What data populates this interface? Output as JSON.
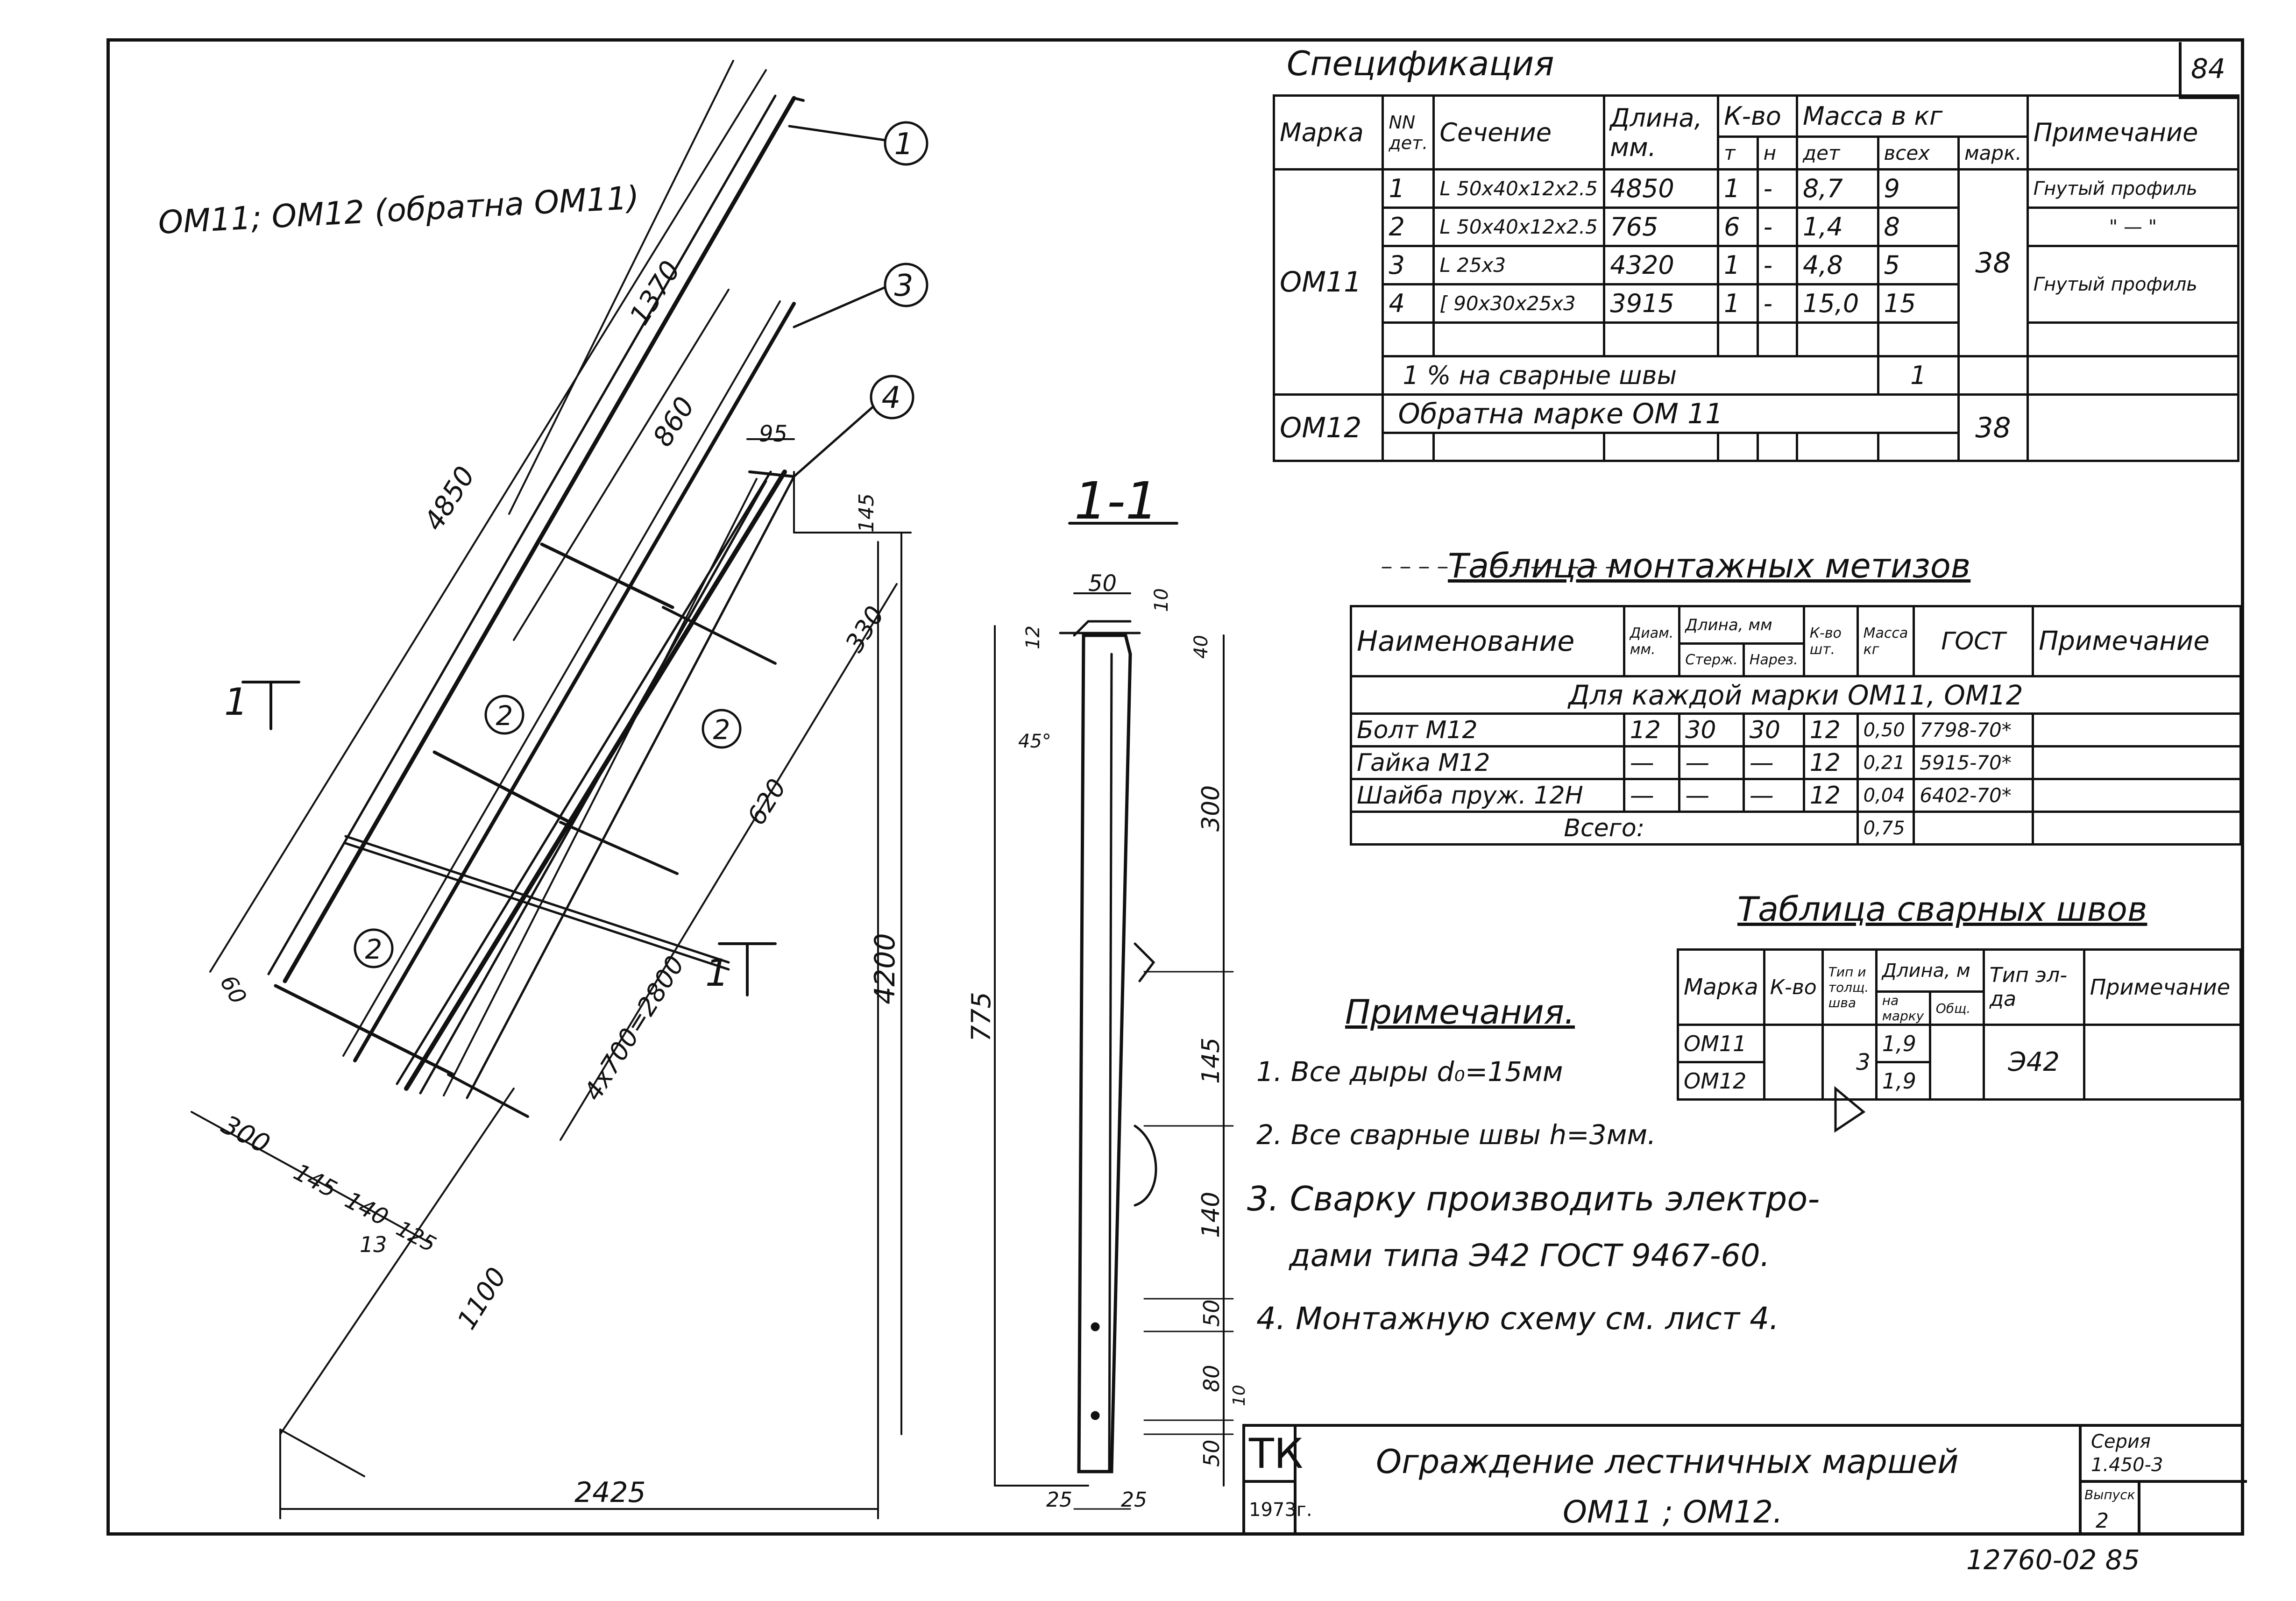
{
  "sheet": {
    "page_number": "84",
    "footer_code": "12760-02  85",
    "drawing_title": "ОМ11; ОМ12 (обратна ОМ11)",
    "section_label": "1-1",
    "section_marks": [
      "1",
      "1"
    ]
  },
  "spec": {
    "title": "Спецификация",
    "headers": {
      "mark": "Марка",
      "det_no": "NN дет.",
      "section": "Сечение",
      "length": "Длина, мм.",
      "qty": "К-во",
      "qty_t": "т",
      "qty_n": "н",
      "mass": "Масса в кг",
      "mass_det": "дет",
      "mass_all": "всех",
      "mass_mark": "марк.",
      "note": "Примечание"
    },
    "mark_om11": "ОМ11",
    "rows": [
      {
        "det": "1",
        "section": "L 50x40x12x2.5",
        "length": "4850",
        "t": "1",
        "n": "-",
        "det_mass": "8,7",
        "all_mass": "9",
        "note": "Гнутый профиль"
      },
      {
        "det": "2",
        "section": "L 50x40x12x2.5",
        "length": "765",
        "t": "6",
        "n": "-",
        "det_mass": "1,4",
        "all_mass": "8",
        "note": "\" — \""
      },
      {
        "det": "3",
        "section": "L 25x3",
        "length": "4320",
        "t": "1",
        "n": "-",
        "det_mass": "4,8",
        "all_mass": "5",
        "note": "Гнутый профиль"
      },
      {
        "det": "4",
        "section": "[ 90x30x25x3",
        "length": "3915",
        "t": "1",
        "n": "-",
        "det_mass": "15,0",
        "all_mass": "15",
        "note": ""
      }
    ],
    "weld_pct_text": "1 % на сварные швы",
    "weld_pct_value": "1",
    "mark_total_om11": "38",
    "mark_om12": "ОМ12",
    "om12_text": "Обратна марке ОМ 11",
    "mark_total_om12": "38"
  },
  "fasteners": {
    "title": "Таблица монтажных метизов",
    "headers": {
      "name": "Наименование",
      "diam": "Диам. мм.",
      "length": "Длина, мм",
      "len_rod": "Стерж.",
      "len_thread": "Нарез.",
      "qty": "К-во шт.",
      "mass": "Масса кг",
      "gost": "ГОСТ",
      "note": "Примечание"
    },
    "group_row": "Для каждой марки ОМ11, ОМ12",
    "rows": [
      {
        "name": "Болт М12",
        "diam": "12",
        "rod": "30",
        "thread": "30",
        "qty": "12",
        "mass": "0,50",
        "gost": "7798-70*"
      },
      {
        "name": "Гайка М12",
        "diam": "—",
        "rod": "—",
        "thread": "—",
        "qty": "12",
        "mass": "0,21",
        "gost": "5915-70*"
      },
      {
        "name": "Шайба пруж. 12Н",
        "diam": "—",
        "rod": "—",
        "thread": "—",
        "qty": "12",
        "mass": "0,04",
        "gost": "6402-70*"
      }
    ],
    "total_label": "Всего:",
    "total_mass": "0,75"
  },
  "welds": {
    "title": "Таблица сварных швов",
    "headers": {
      "mark": "Марка",
      "qty": "К-во",
      "type": "Тип и толщ. шва",
      "length": "Длина, м",
      "len_per_mark": "на марку",
      "len_total": "Общ.",
      "electrode": "Тип эл-да",
      "note": "Примечание"
    },
    "rows": [
      {
        "mark": "ОМ11",
        "length": "1,9"
      },
      {
        "mark": "ОМ12",
        "length": "1,9"
      }
    ],
    "weld_size": "3",
    "electrode": "Э42"
  },
  "notes": {
    "title": "Примечания.",
    "items": [
      "1. Все дыры d₀=15мм",
      "2. Все сварные швы h=3мм.",
      "3. Сварку производить электро-",
      "дами типа Э42 ГОСТ 9467-60.",
      "4. Монтажную схему см. лист 4."
    ]
  },
  "title_block": {
    "org": "ТК",
    "year": "1973г.",
    "title_line1": "Ограждение лестничных маршей",
    "title_line2": "ОМ11 ; ОМ12.",
    "series_label": "Серия",
    "series_value": "1.450-3",
    "issue_label": "Выпуск",
    "issue_value": "2"
  },
  "main_drawing": {
    "callouts": [
      "1",
      "3",
      "4",
      "2",
      "2",
      "2"
    ],
    "dims": {
      "total_len": "4850",
      "top_seg": "1370",
      "mid_seg": "860",
      "w95": "95",
      "h145": "145",
      "d330": "330",
      "d620": "620",
      "span": "4x700=2800",
      "d60": "60",
      "d300": "300",
      "d145": "145",
      "d140": "140",
      "d125": "125",
      "d13": "13",
      "d1100": "1100",
      "height": "4200",
      "base": "2425"
    }
  },
  "section_drawing": {
    "dims": {
      "w50": "50",
      "w10": "10",
      "h12": "12",
      "h40": "40",
      "angle": "45°",
      "d300": "300",
      "d145": "145",
      "d140": "140",
      "d50a": "50",
      "d80": "80",
      "d10": "10",
      "d50b": "50",
      "total": "775",
      "b25a": "25",
      "b25b": "25"
    }
  }
}
